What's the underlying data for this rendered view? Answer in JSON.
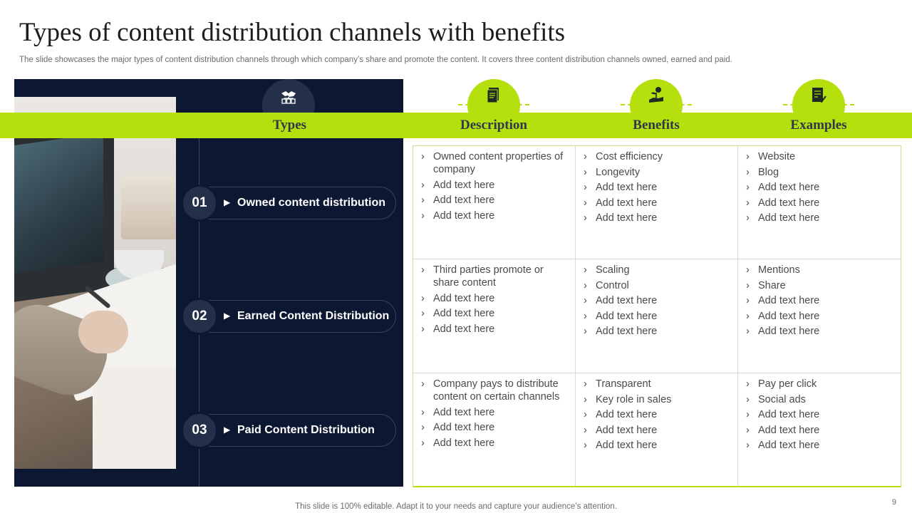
{
  "title": "Types of content distribution channels with benefits",
  "subtitle": "The slide showcases the major types of content distribution channels through which company’s share and promote the content. It covers three content distribution channels owned, earned and paid.",
  "headers": {
    "types": "Types",
    "description": "Description",
    "benefits": "Benefits",
    "examples": "Examples"
  },
  "types_icon_text": "1 2 3",
  "types": [
    {
      "num": "01",
      "label": "Owned content distribution"
    },
    {
      "num": "02",
      "label": "Earned Content Distribution"
    },
    {
      "num": "03",
      "label": "Paid Content Distribution"
    }
  ],
  "rows": [
    {
      "description": [
        "Owned content properties of company",
        "Add text here",
        "Add text here",
        "Add text here"
      ],
      "benefits": [
        "Cost efficiency",
        "Longevity",
        "Add text here",
        "Add text here",
        "Add text here"
      ],
      "examples": [
        "Website",
        "Blog",
        "Add text here",
        "Add text here",
        "Add text here"
      ]
    },
    {
      "description": [
        "Third parties promote or share content",
        "Add text here",
        "Add text here",
        "Add text here"
      ],
      "benefits": [
        "Scaling",
        "Control",
        "Add text here",
        "Add text here",
        "Add text here"
      ],
      "examples": [
        "Mentions",
        "Share",
        "Add text here",
        "Add text here",
        "Add text here"
      ]
    },
    {
      "description": [
        "Company pays to distribute content on certain channels",
        "Add text here",
        "Add text here",
        "Add text here"
      ],
      "benefits": [
        "Transparent",
        "Key role in sales",
        "Add text here",
        "Add text here",
        "Add text here"
      ],
      "examples": [
        "Pay per click",
        "Social ads",
        "Add text here",
        "Add text here",
        "Add text here"
      ]
    }
  ],
  "footer": "This slide is 100% editable. Adapt it to your needs and capture your audience’s attention.",
  "page_number": "9",
  "colors": {
    "accent": "#b6e00d",
    "dark": "#0c1731",
    "circle": "#24304a"
  },
  "icons": {
    "description": "documents-icon",
    "benefits": "plant-money-icon",
    "examples": "checklist-icon",
    "types": "handshake-icon"
  }
}
